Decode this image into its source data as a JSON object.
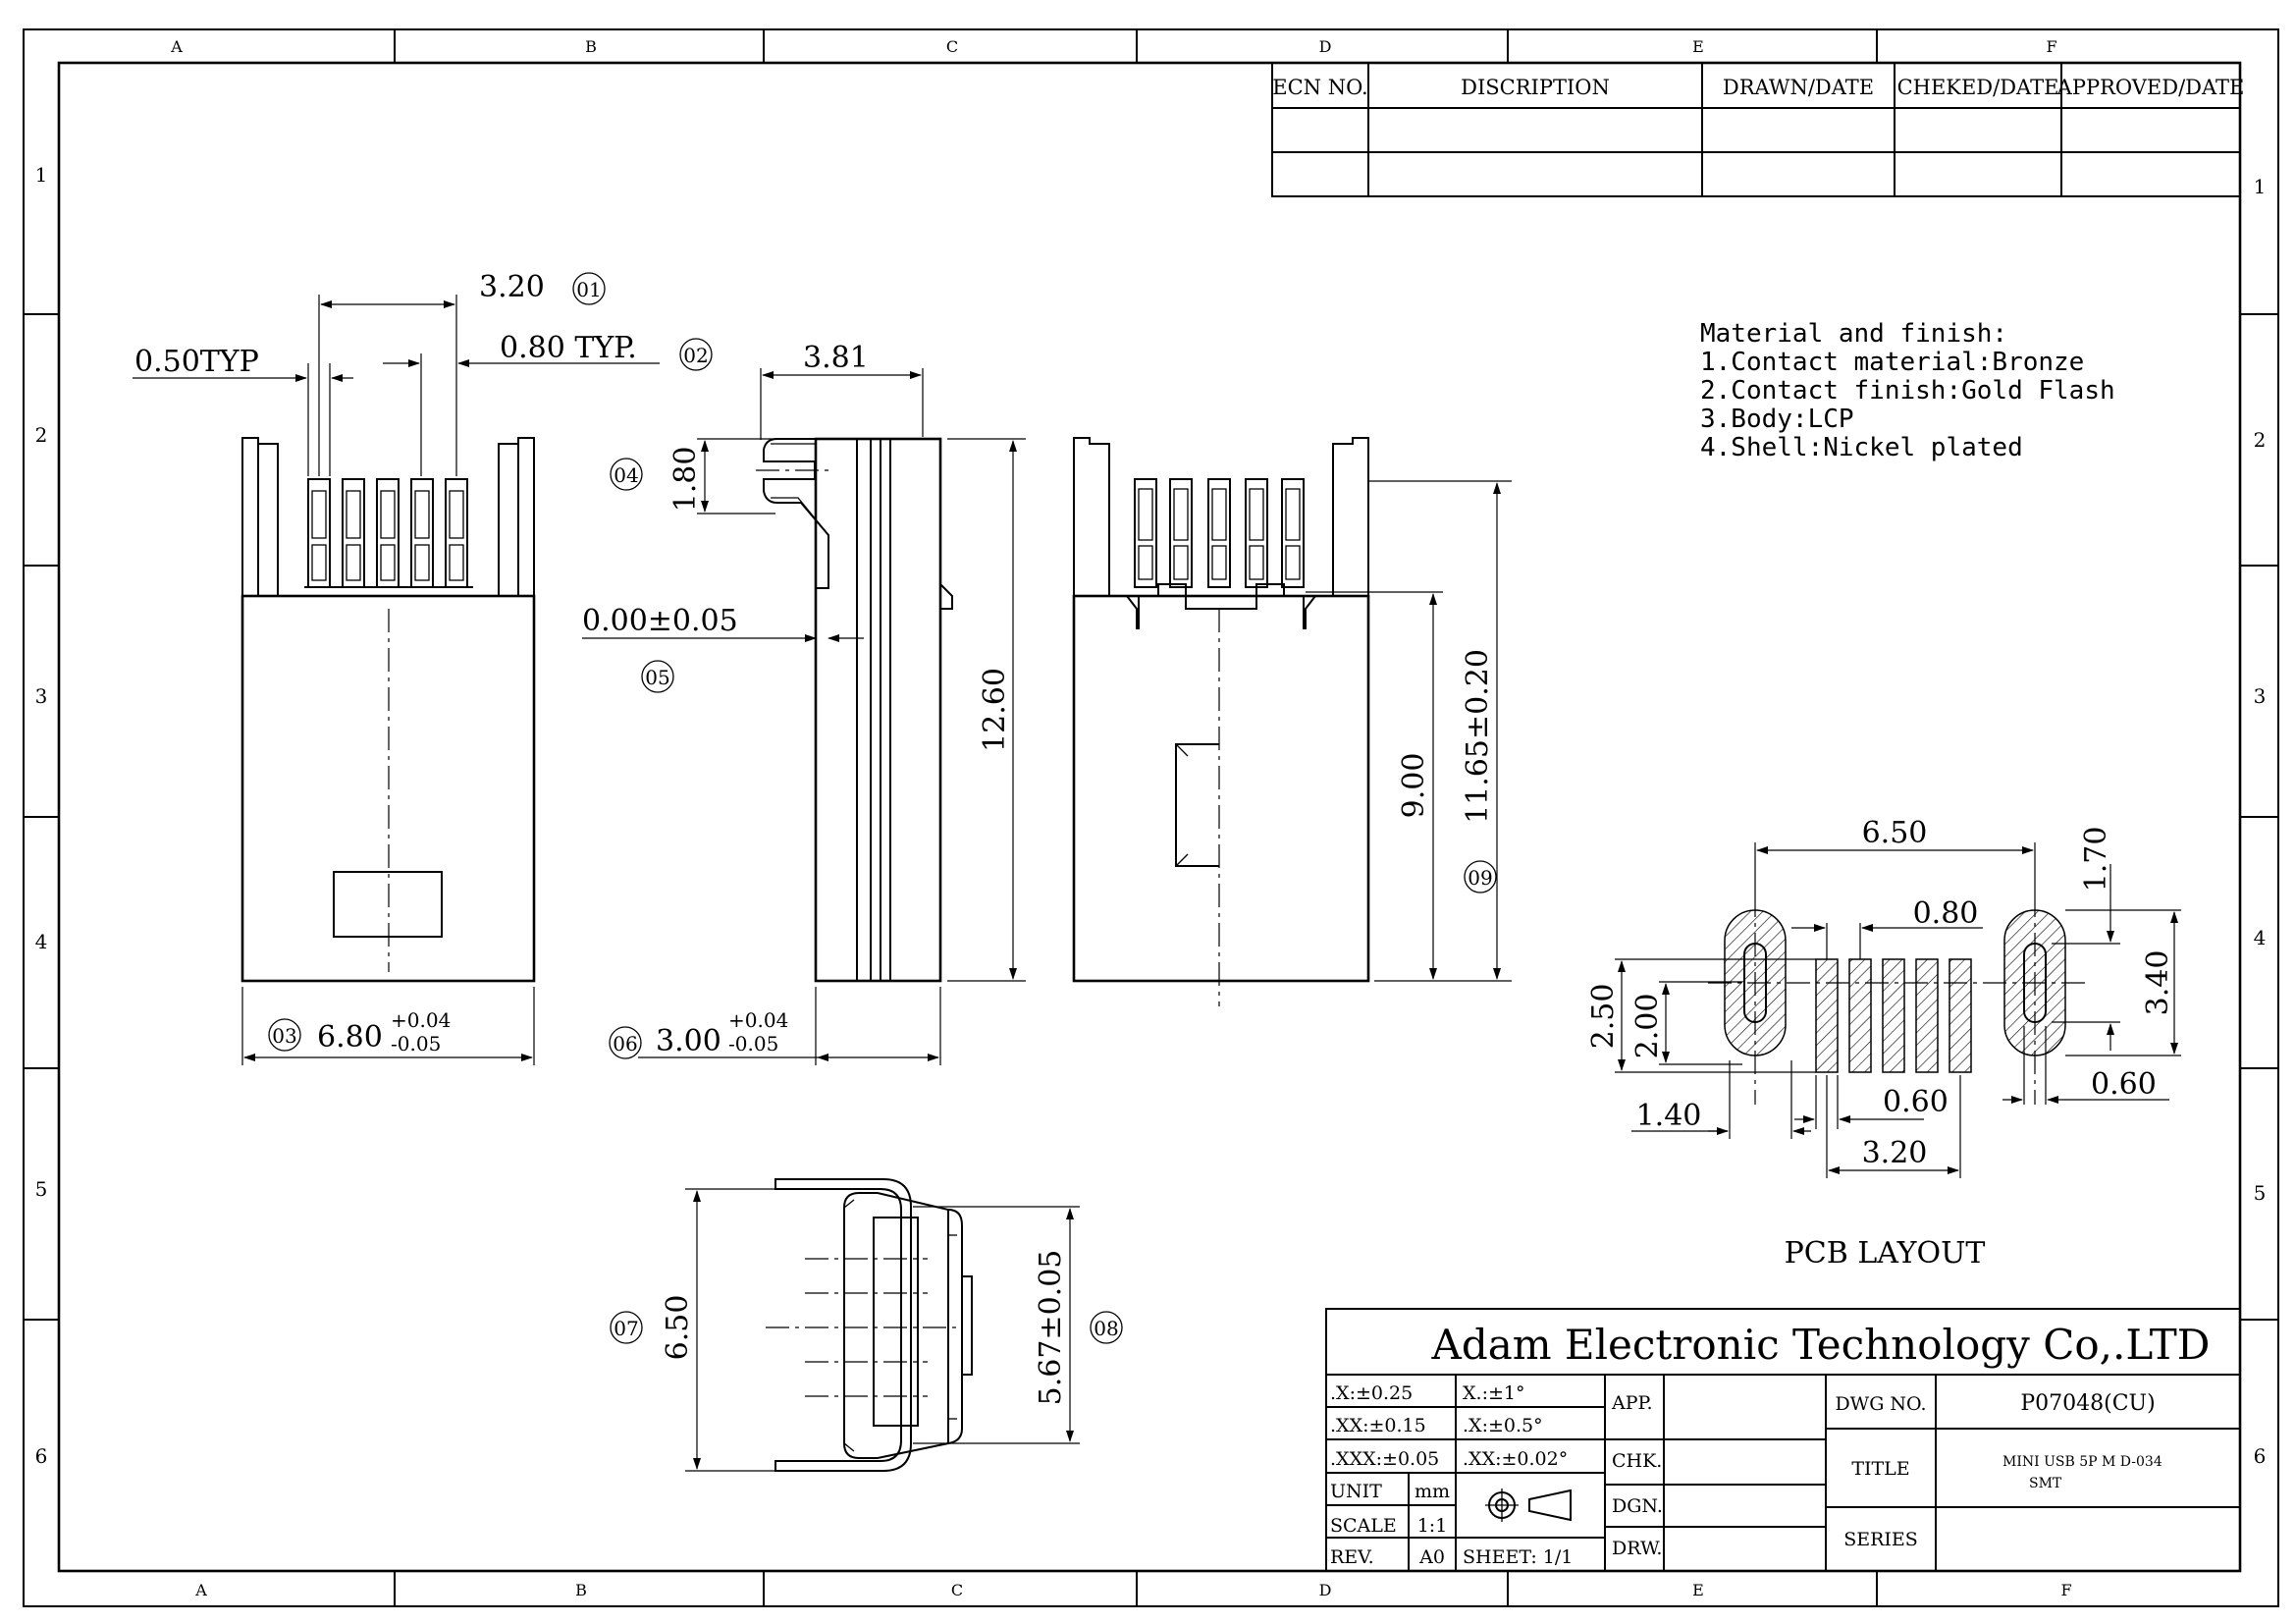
{
  "border": {
    "columns": [
      "A",
      "B",
      "C",
      "D",
      "E",
      "F"
    ],
    "rows": [
      "1",
      "2",
      "3",
      "4",
      "5",
      "6"
    ]
  },
  "revision_table": {
    "headers": [
      "ECN NO.",
      "DISCRIPTION",
      "DRAWN/DATE",
      "CHEKED/DATE",
      "APPROVED/DATE"
    ]
  },
  "notes": {
    "heading": "Material and finish:",
    "items": [
      "1.Contact material:Bronze",
      "2.Contact finish:Gold Flash",
      "3.Body:LCP",
      "4.Shell:Nickel plated"
    ]
  },
  "front_view": {
    "pitch_span": "3.20",
    "pitch_span_ref": "01",
    "pin_width": "0.50TYP",
    "pitch": "0.80 TYP.",
    "pitch_ref": "02",
    "width_ref": "03",
    "width": "6.80",
    "width_tol_plus": "+0.04",
    "width_tol_minus": "-0.05"
  },
  "side_view": {
    "top_width": "3.81",
    "lead_height": "1.80",
    "lead_height_ref": "04",
    "coplanarity": "0.00±0.05",
    "coplanarity_ref": "05",
    "length": "12.60",
    "thickness_ref": "06",
    "thickness": "3.00",
    "thickness_tol_plus": "+0.04",
    "thickness_tol_minus": "-0.05"
  },
  "back_view": {
    "inner_length": "9.00",
    "overall_length": "11.65±0.20",
    "overall_length_ref": "09"
  },
  "end_view": {
    "outer_width": "6.50",
    "outer_width_ref": "07",
    "inner_width": "5.67±0.05",
    "inner_width_ref": "08"
  },
  "pcb_layout": {
    "title": "PCB LAYOUT",
    "pad_span": "6.50",
    "slot_length": "1.70",
    "pitch": "0.80",
    "pad_height": "3.40",
    "outer_height": "2.50",
    "inner_height": "2.00",
    "pad_edge": "1.40",
    "pin_width": "0.60",
    "slot_width": "0.60",
    "pins_span": "3.20"
  },
  "title_block": {
    "company": "Adam Electronic Technology Co,.LTD",
    "tol_1": ".X:±0.25",
    "tol_2": ".XX:±0.15",
    "tol_3": ".XXX:±0.05",
    "ang_1": "X.:±1°",
    "ang_2": ".X:±0.5°",
    "ang_3": ".XX:±0.02°",
    "unit_label": "UNIT",
    "unit_value": "mm",
    "scale_label": "SCALE",
    "scale_value": "1:1",
    "rev_label": "REV.",
    "rev_value": "A0",
    "sheet": "SHEET: 1/1",
    "app_label": "APP.",
    "chk_label": "CHK.",
    "dgn_label": "DGN.",
    "drw_label": "DRW.",
    "dwg_no_label": "DWG NO.",
    "dwg_no_value": "P07048(CU)",
    "title_label": "TITLE",
    "title_value_1": "MINI USB 5P M D-034",
    "title_value_2": "SMT",
    "series_label": "SERIES"
  }
}
